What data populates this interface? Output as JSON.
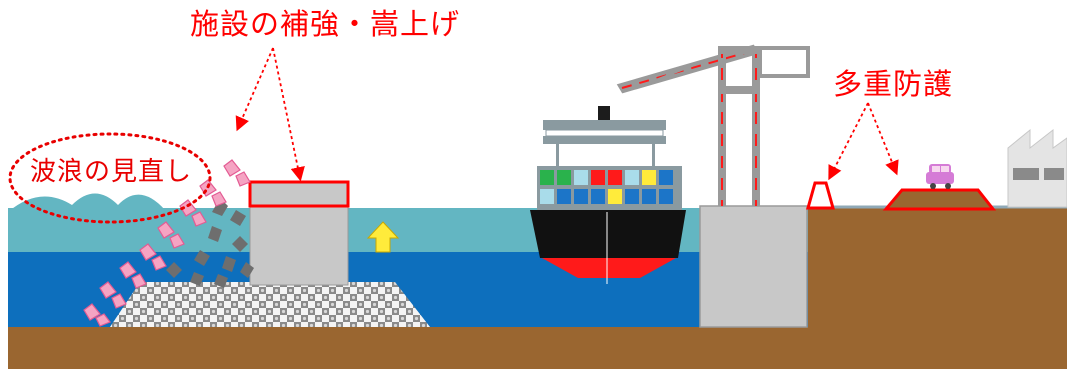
{
  "labels": {
    "facility_reinforce": "施設の補強・嵩上げ",
    "wave_review": "波浪の見直し",
    "multi_defense": "多重防護"
  },
  "colors": {
    "annotation": "#ff0000",
    "sky": "#ffffff",
    "wave_surface": "#63b6c2",
    "sea": "#0d6fbd",
    "ground": "#9a6630",
    "seawall": "#c8c8c8",
    "tetrapod_pink": "#f5a4c3",
    "tetrapod_dark": "#6e6e6e",
    "arrow_yellow": "#ffeb3b",
    "ship_hull": "#111111",
    "ship_bottom": "#ff1a1a",
    "crane": "#9a9a9a",
    "car": "#d57bd6"
  },
  "icons": {
    "uplift_arrow": "up-arrow-icon",
    "vehicle": "car-icon",
    "building": "factory-icon"
  }
}
